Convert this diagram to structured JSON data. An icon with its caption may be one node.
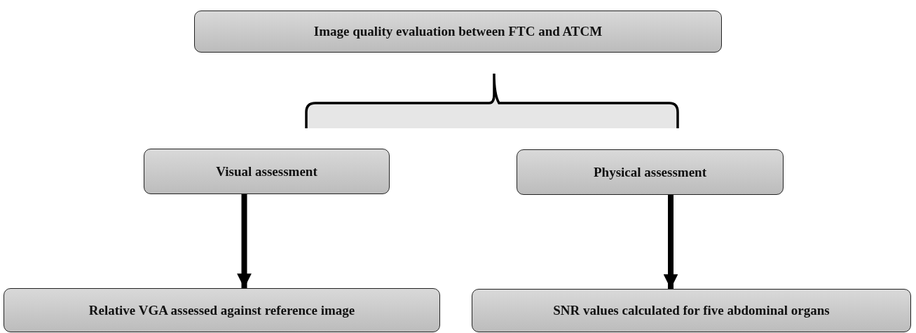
{
  "diagram": {
    "nodes": [
      {
        "text": [
          "Image quality evaluation between FTC and ATCM"
        ]
      },
      {
        "text": [
          "Visual assessment"
        ]
      },
      {
        "text": [
          "Physical assessment"
        ]
      },
      {
        "text": [
          "Relative VGA assessed against reference image"
        ]
      },
      {
        "text": [
          "SNR values calculated for five abdominal organs"
        ]
      }
    ],
    "edges": [
      {
        "from": 1,
        "to": 3,
        "arrow": "to"
      },
      {
        "from": 2,
        "to": 4,
        "arrow": "to"
      }
    ]
  }
}
